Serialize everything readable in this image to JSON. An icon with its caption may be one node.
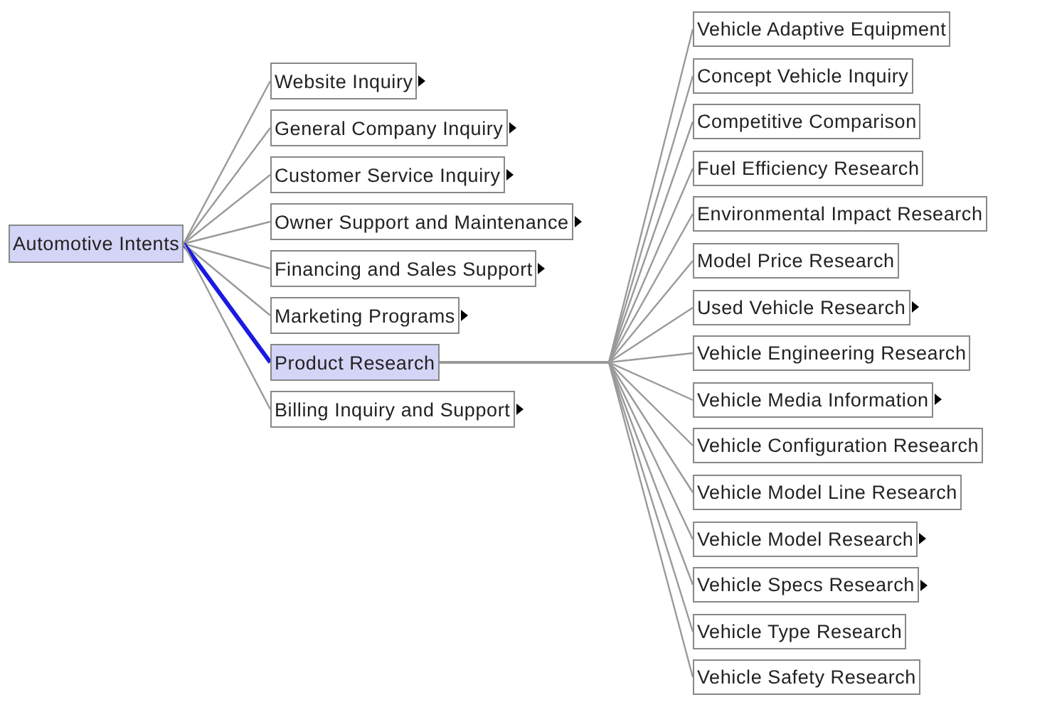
{
  "diagram": {
    "nodes": [
      {
        "text": [
          "Automotive Intents"
        ]
      },
      {
        "text": [
          "Website Inquiry"
        ]
      },
      {
        "text": [
          "General Company Inquiry"
        ]
      },
      {
        "text": [
          "Customer Service Inquiry"
        ]
      },
      {
        "text": [
          "Owner Support and Maintenance"
        ]
      },
      {
        "text": [
          "Financing and Sales Support"
        ]
      },
      {
        "text": [
          "Marketing Programs"
        ]
      },
      {
        "text": [
          "Product Research"
        ]
      },
      {
        "text": [
          "Billing Inquiry and Support"
        ]
      },
      {
        "text": [
          "Vehicle Adaptive Equipment"
        ]
      },
      {
        "text": [
          "Concept Vehicle Inquiry"
        ]
      },
      {
        "text": [
          "Competitive Comparison"
        ]
      },
      {
        "text": [
          "Fuel Efficiency Research"
        ]
      },
      {
        "text": [
          "Environmental Impact Research"
        ]
      },
      {
        "text": [
          "Model Price Research"
        ]
      },
      {
        "text": [
          "Used Vehicle Research"
        ]
      },
      {
        "text": [
          "Vehicle Engineering Research"
        ]
      },
      {
        "text": [
          "Vehicle Media Information"
        ]
      },
      {
        "text": [
          "Vehicle Configuration Research"
        ]
      },
      {
        "text": [
          "Vehicle Model Line Research"
        ]
      },
      {
        "text": [
          "Vehicle Model Research"
        ]
      },
      {
        "text": [
          "Vehicle Specs Research"
        ]
      },
      {
        "text": [
          "Vehicle Type Research"
        ]
      },
      {
        "text": [
          "Vehicle Safety Research"
        ]
      }
    ],
    "edges": [
      {
        "from": 0,
        "to": 1,
        "arrow": "none"
      },
      {
        "from": 0,
        "to": 2,
        "arrow": "none"
      },
      {
        "from": 0,
        "to": 3,
        "arrow": "none"
      },
      {
        "from": 0,
        "to": 4,
        "arrow": "none"
      },
      {
        "from": 0,
        "to": 5,
        "arrow": "none"
      },
      {
        "from": 0,
        "to": 6,
        "arrow": "none"
      },
      {
        "from": 0,
        "to": 7,
        "arrow": "none",
        "style": "thick",
        "color": "#1a1ae0"
      },
      {
        "from": 0,
        "to": 8,
        "arrow": "none"
      },
      {
        "from": 7,
        "to": 9,
        "arrow": "none"
      },
      {
        "from": 7,
        "to": 10,
        "arrow": "none"
      },
      {
        "from": 7,
        "to": 11,
        "arrow": "none"
      },
      {
        "from": 7,
        "to": 12,
        "arrow": "none"
      },
      {
        "from": 7,
        "to": 13,
        "arrow": "none"
      },
      {
        "from": 7,
        "to": 14,
        "arrow": "none"
      },
      {
        "from": 7,
        "to": 15,
        "arrow": "none"
      },
      {
        "from": 7,
        "to": 16,
        "arrow": "none"
      },
      {
        "from": 7,
        "to": 17,
        "arrow": "none"
      },
      {
        "from": 7,
        "to": 18,
        "arrow": "none"
      },
      {
        "from": 7,
        "to": 19,
        "arrow": "none"
      },
      {
        "from": 7,
        "to": 20,
        "arrow": "none"
      },
      {
        "from": 7,
        "to": 21,
        "arrow": "none"
      },
      {
        "from": 7,
        "to": 22,
        "arrow": "none"
      },
      {
        "from": 7,
        "to": 23,
        "arrow": "none"
      }
    ]
  }
}
